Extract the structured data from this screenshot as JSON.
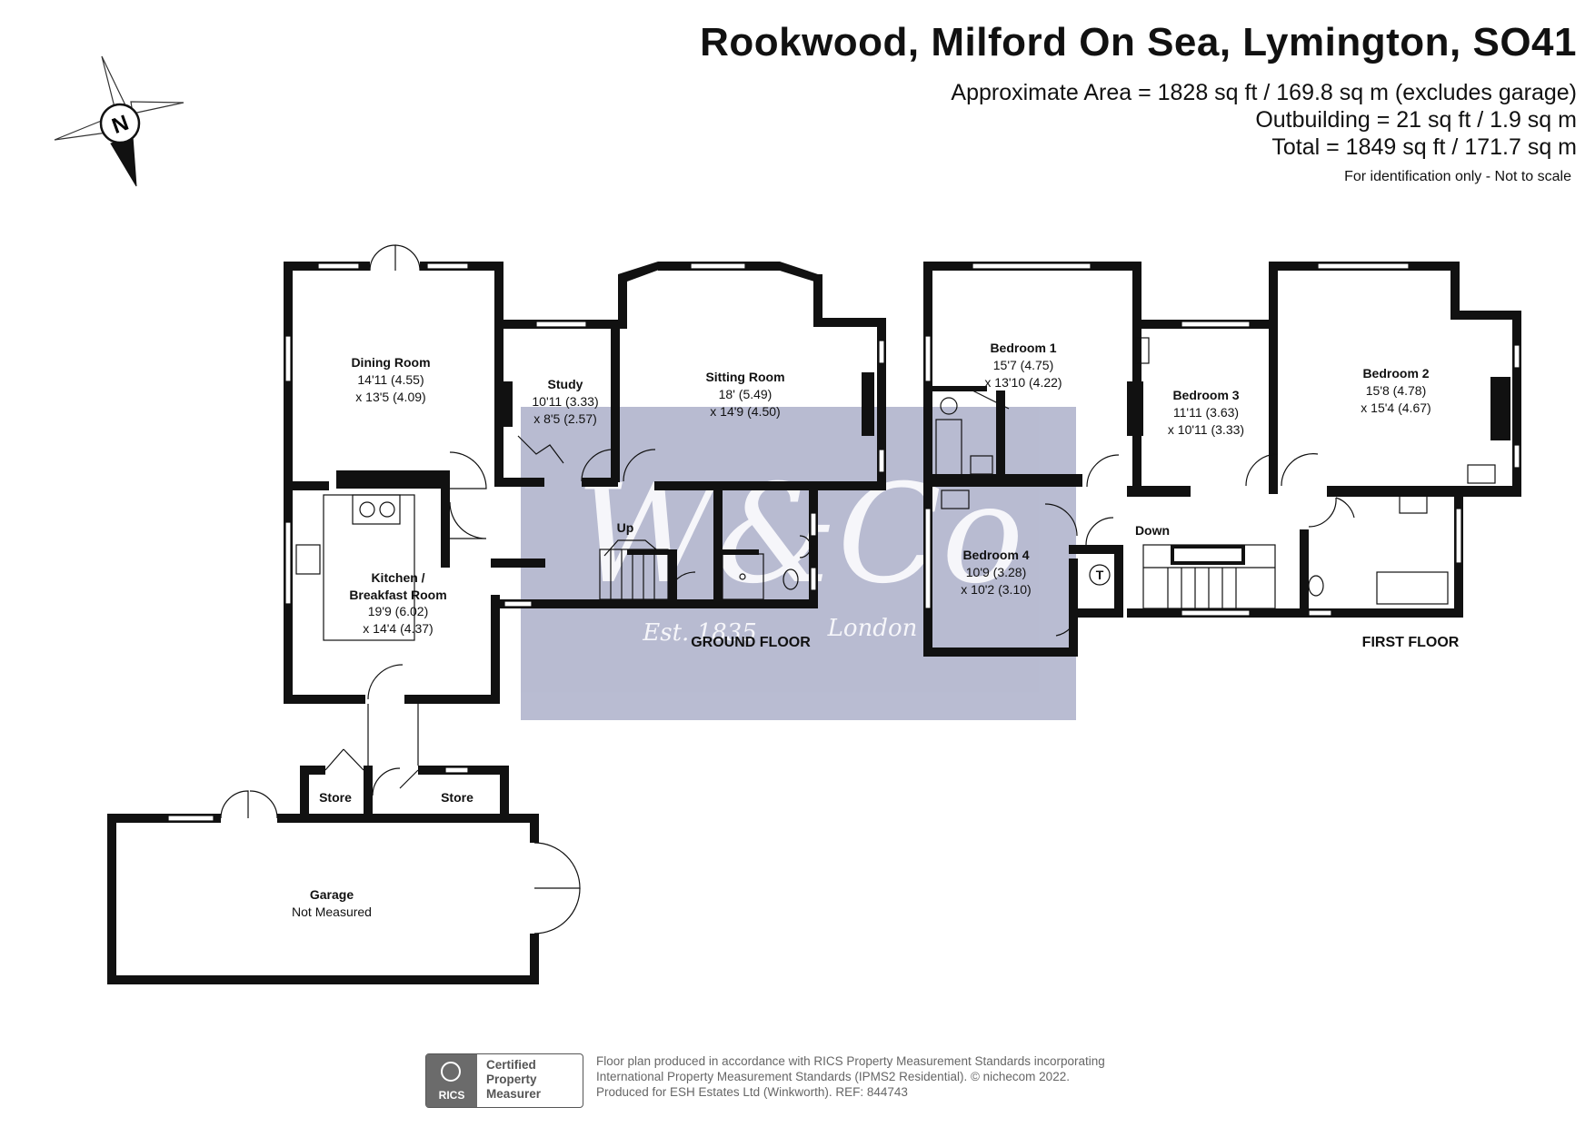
{
  "header": {
    "title": "Rookwood, Milford On Sea, Lymington, SO41",
    "area_line1": "Approximate Area = 1828  sq ft / 169.8 sq m (excludes garage)",
    "area_line2": "Outbuilding = 21 sq ft / 1.9 sq m",
    "area_line3": "Total = 1849 sq ft / 171.7 sq m",
    "note": "For identification only - Not to scale"
  },
  "compass": {
    "letter": "N"
  },
  "ground_floor": {
    "label": "GROUND FLOOR",
    "rooms": {
      "dining": {
        "name": "Dining Room",
        "dim1": "14'11 (4.55)",
        "dim2": "x 13'5 (4.09)"
      },
      "study": {
        "name": "Study",
        "dim1": "10'11 (3.33)",
        "dim2": "x 8'5 (2.57)"
      },
      "sitting": {
        "name": "Sitting Room",
        "dim1": "18' (5.49)",
        "dim2": "x 14'9 (4.50)"
      },
      "kitchen": {
        "name1": "Kitchen /",
        "name2": "Breakfast Room",
        "dim1": "19'9 (6.02)",
        "dim2": "x 14'4 (4.37)"
      }
    },
    "stairs_label": "Up"
  },
  "first_floor": {
    "label": "FIRST FLOOR",
    "rooms": {
      "bed1": {
        "name": "Bedroom 1",
        "dim1": "15'7 (4.75)",
        "dim2": "x 13'10 (4.22)"
      },
      "bed2": {
        "name": "Bedroom 2",
        "dim1": "15'8 (4.78)",
        "dim2": "x 15'4 (4.67)"
      },
      "bed3": {
        "name": "Bedroom 3",
        "dim1": "11'11 (3.63)",
        "dim2": "x 10'11 (3.33)"
      },
      "bed4": {
        "name": "Bedroom 4",
        "dim1": "10'9 (3.28)",
        "dim2": "x 10'2 (3.10)"
      }
    },
    "stairs_label": "Down",
    "tank_label": "T"
  },
  "outbuildings": {
    "store1": "Store",
    "store2": "Store",
    "garage_name": "Garage",
    "garage_note": "Not Measured"
  },
  "watermark": {
    "monogram": "W&Co",
    "est": "Est. 1835",
    "city": "London",
    "color": "#8e93b6"
  },
  "footer": {
    "badge_org": "RICS",
    "badge_line1": "Certified",
    "badge_line2": "Property",
    "badge_line3": "Measurer",
    "text1": "Floor plan produced in accordance with RICS Property Measurement Standards incorporating",
    "text2": "International Property Measurement Standards (IPMS2 Residential).   © nichecom 2022.",
    "text3": "Produced for ESH Estates Ltd (Winkworth).   REF: 844743"
  }
}
